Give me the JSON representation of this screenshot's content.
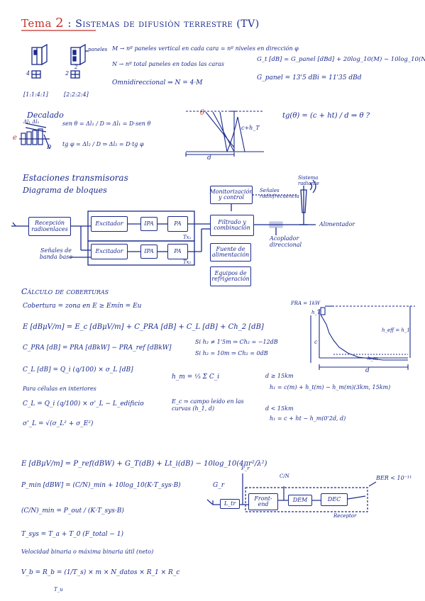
{
  "header": {
    "tema": "Tema",
    "number": "2",
    "colon": ":",
    "title": "Sistemas de difusión terrestre (TV)"
  },
  "antenna": {
    "notation_left": "[1:1:4:1]",
    "notation_right": "[2:2:2:4]",
    "label_left": "4",
    "label_right": "2",
    "label_right_top": "2",
    "label_paneles": "paneles",
    "line_M": "M → nº paneles vertical en cada cara = nº niveles en dirección φ",
    "line_N": "N → nº total paneles en todas las caras",
    "line_omni": "Omnidireccional ⇒ N = 4·M",
    "formula_G": "G_t [dB] = G_panel [dBd] + 20log_10(M) − 10log_10(N)",
    "formula_Gpanel": "G_panel = 13'5 dBi = 11'35 dBd"
  },
  "decalado": {
    "title": "Decalado",
    "label_e": "e",
    "label_D": "D",
    "label_delta": "Δl₁ Δl₂",
    "sin_eq": "sen θ = Δl₁ / D ⇒ Δl₁ = D·sen θ",
    "tg_eq": "tg φ = Δl₂ / D ⇒ Δl₂ = D·tg φ",
    "diag_theta": "θ",
    "diag_d": "d",
    "diag_c": "c+h_T",
    "tg_theta": "tg(θ) = (c + ht) / d ⇒ θ ?"
  },
  "estaciones": {
    "title": "Estaciones transmisoras",
    "subtitle": "Diagrama de bloques",
    "recepcion": "Recepción radioenlaces",
    "senales": "Señales de banda base",
    "excitador": "Excitador",
    "ipa": "IPA",
    "pa": "PA",
    "tx1": "Tx₁",
    "tx2": "Tx₂",
    "monitor": "Monitorización y control",
    "filtrado": "Filtrado y combinación",
    "fuente": "Fuente de alimentación",
    "equipos": "Equipos de refrigeración",
    "senales_radio": "Señales radiofrecuencia",
    "sistema_radiante": "Sistema radiante",
    "alimentador": "Alimentador",
    "acoplador": "Acoplador direccional"
  },
  "coberturas": {
    "title": "Cálculo de coberturas",
    "line1": "Cobertura = zona en E ≥ Emín = Eu",
    "line2": "E [dBμV/m] = E_c [dBμV/m] + C_PRA [dB] + C_L [dB] + Ch_2 [dB]",
    "line3": "C_PRA [dB] = PRA [dBkW] − PRA_ref [dBkW]",
    "line3b": "Si h₂ ≠ 1'5m ⇒ Ch₂ = −12dB",
    "line3c": "Si h₂ = 10m ⇒ Ch₂ = 0dB",
    "line4": "C_L [dB] = Q_i (q/100) × σ_L [dB]",
    "line4b": "h_m = ¹⁄₃ Σ C_i",
    "line5": "Para células en interiores",
    "line5b": "E_c ⇒ campo leído en las curvas (h_1, d)",
    "line6": "C_L = Q_i (q/100) × σ'_L − L_edificio",
    "line7": "σ'_L = √(σ_L² + σ_E²)",
    "d15": "d ≥ 15km",
    "h1_15": "h₁ = c(m) + h_t(m) − h_m(m)(3km, 15km)",
    "dless15": "d < 15km",
    "h1_less": "h₁ = c + ht − h_m(0'2d, d)",
    "pra_label": "PRA = 1kW",
    "ht_label": "h_T",
    "c_label": "c",
    "heff_label": "h_eff = h_1",
    "hm_label": "h_m",
    "d_label": "d"
  },
  "formulas": {
    "f1": "E [dBμV/m] = P_ref(dBW) + G_T(dB) + Lt_i(dB) − 10log_10(4πr²/λ²)",
    "f2": "P_min [dBW] = (C/N)_min + 10log_10(K·T_sys·B)",
    "f3": "(C/N)_min = P_out / (K·T_sys·B)",
    "f4": "T_sys = T_a + T_0 (F_total − 1)",
    "f5": "Velocidad binaria o máxima binaria útil (neto)",
    "f6": "V_b = R_b = (1/T_s) × m × N_datos × R_1 × R_c",
    "tu": "T_u"
  },
  "receptor": {
    "gr": "G_r",
    "pr": "P_r",
    "cn": "C/N",
    "ltr": "L_tr",
    "frontend": "Front-end",
    "dem": "DEM",
    "dec": "DEC",
    "ber": "BER < 10⁻¹¹",
    "receptor": "Receptor"
  }
}
